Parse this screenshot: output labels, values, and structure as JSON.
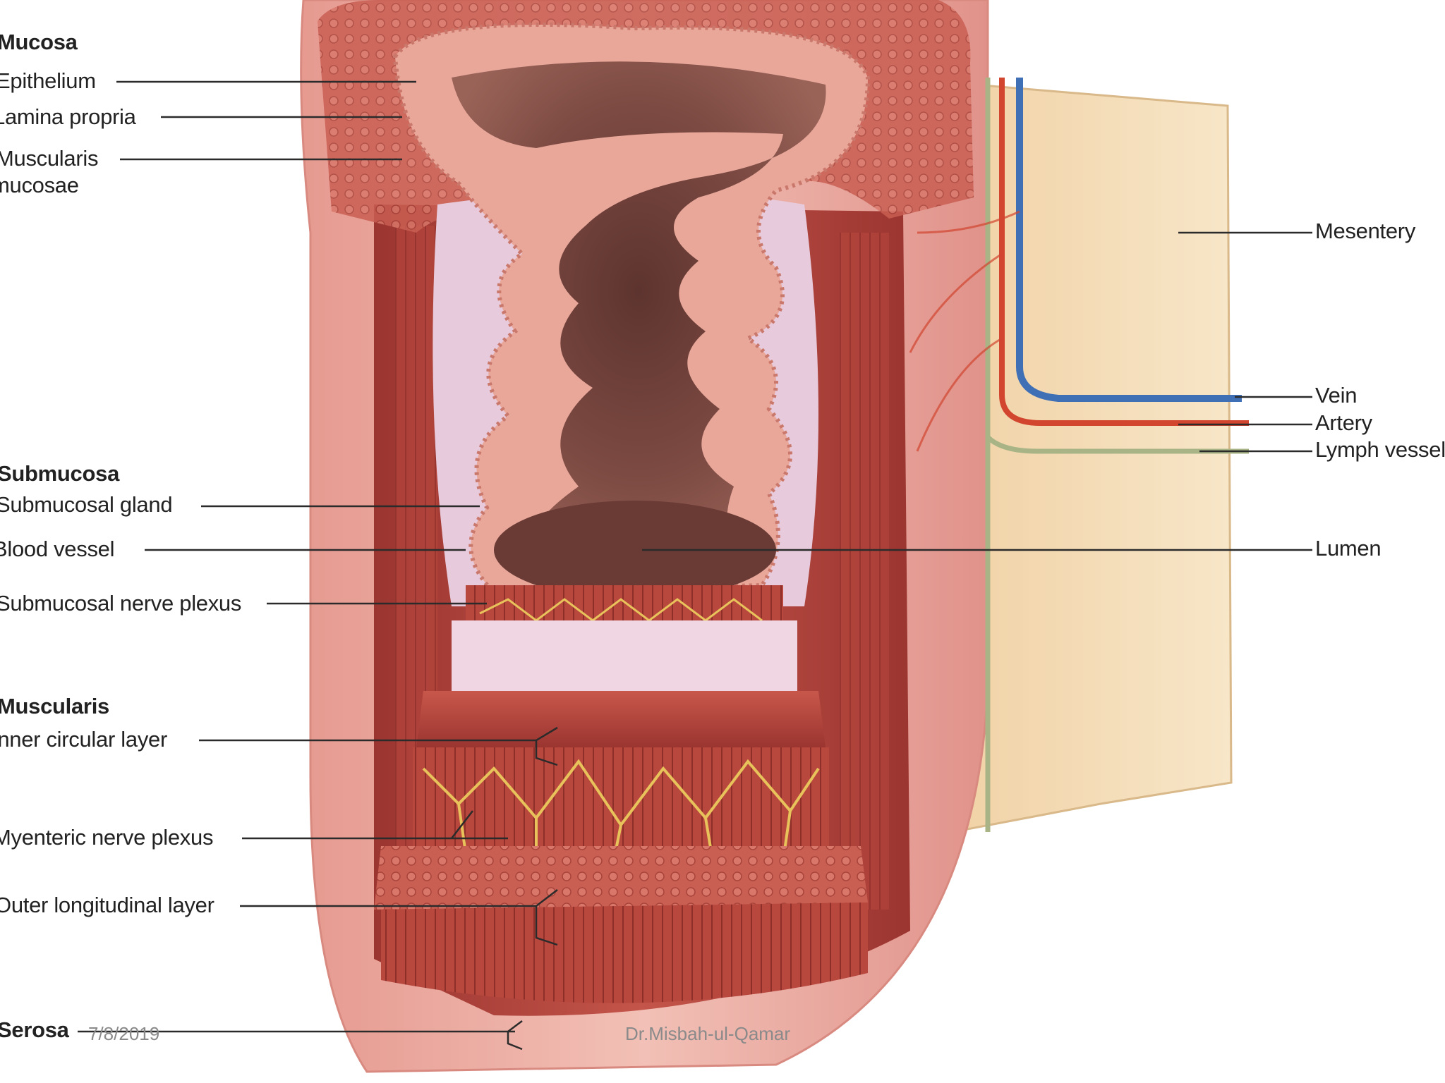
{
  "slide": {
    "footer_date": "7/8/2019",
    "footer_author": "Dr.Misbah-ul-Qamar"
  },
  "labels": {
    "mucosa": "Mucosa",
    "epithelium": "Epithelium",
    "lamina_propria": "Lamina propria",
    "muscularis_mucosae_line1": "Muscularis",
    "muscularis_mucosae_line2": "mucosae",
    "submucosa": "Submucosa",
    "submucosal_gland": "Submucosal gland",
    "blood_vessel": "Blood vessel",
    "submucosal_nerve_plexus": "Submucosal nerve plexus",
    "muscularis": "Muscularis",
    "inner_circular_layer": "Inner circular layer",
    "myenteric_nerve_plexus": "Myenteric nerve plexus",
    "outer_longitudinal_layer": "Outer longitudinal layer",
    "serosa": "Serosa",
    "mesentery": "Mesentery",
    "vein": "Vein",
    "artery": "Artery",
    "lymph_vessel": "Lymph vessel",
    "lumen": "Lumen"
  },
  "colors": {
    "muscle_red": "#b8483e",
    "muscle_dark": "#8e2f2a",
    "mucosa_pink": "#e9a79a",
    "submucosa_lilac": "#e7cbdc",
    "serosa_pink": "#efb8ae",
    "mesentery_tan": "#f3dcb4",
    "lumen_brown": "#7c4a42",
    "nerve_yellow": "#e8c25a",
    "vein_blue": "#3f6fb5",
    "artery_red": "#d2452f",
    "lymph_green": "#a8b486"
  }
}
